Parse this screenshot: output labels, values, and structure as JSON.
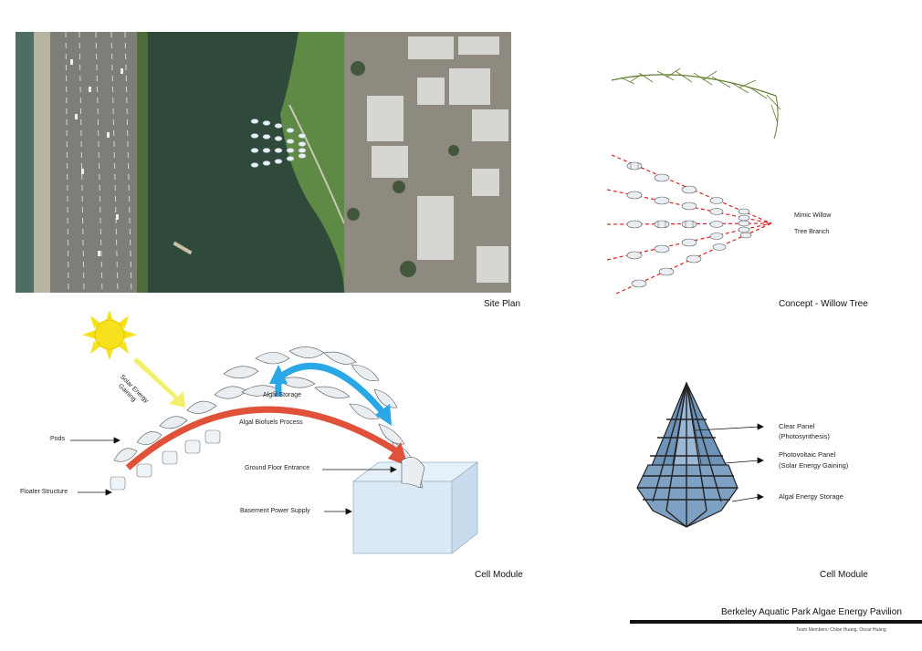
{
  "captions": {
    "site_plan": "Site Plan",
    "concept": "Concept - Willow Tree",
    "cell_module_left": "Cell Module",
    "cell_module_right": "Cell Module"
  },
  "concept_labels": {
    "mimic": "Mimic Willow",
    "branch": "Tree Branch"
  },
  "pavilion_labels": {
    "solar_1": "Solar Energy",
    "solar_2": "Gaining",
    "algal_storage": "Algal Storage",
    "algal_biofuels": "Algal Biofuels Process",
    "pods": "Pods",
    "floater": "Floater Structure",
    "ground_floor": "Ground Floor Entrance",
    "basement": "Basement Power Supply"
  },
  "cell_labels": {
    "clear_panel": "Clear Panel",
    "photosynthesis": "(Photosynthesis)",
    "pv_panel": "Photovoltaic Panel",
    "solar_gaining": "(Solar Energy Gaining)",
    "algal_storage": "Algal Energy Storage"
  },
  "footer": {
    "title": "Berkeley Aquatic Park Algae Energy Pavilion",
    "team": "Team Members: Chloe Huang, Oscar Huang"
  },
  "colors": {
    "water": "#2f4a3a",
    "road": "#8a8a86",
    "sun": "#f5e21c",
    "solar_arrow": "#f2f06a",
    "blue_arrow": "#2aa7e6",
    "red_arrow": "#e0513a",
    "willow_dash": "#e02020",
    "glass": "#6e93b8",
    "box": "#dbe9f5"
  }
}
